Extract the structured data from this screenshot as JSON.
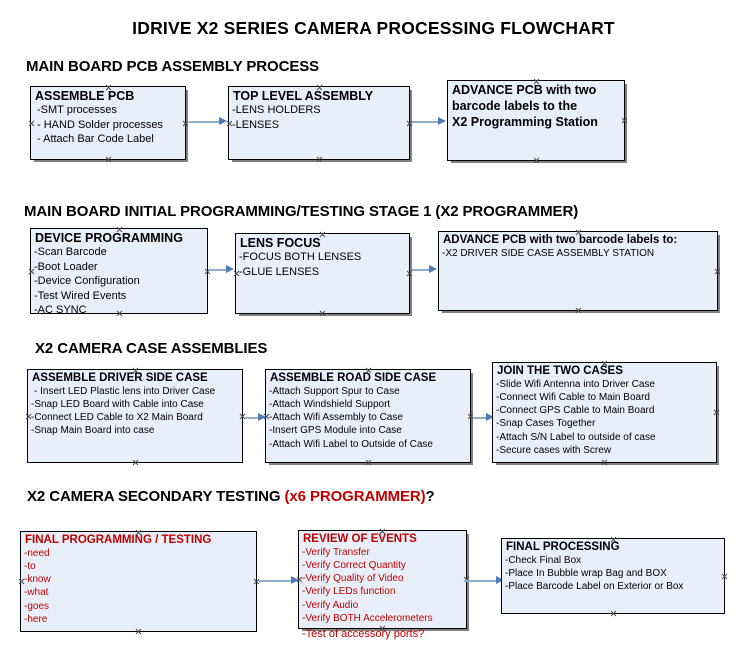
{
  "document": {
    "title": "IDRIVE X2  SERIES CAMERA PROCESSING FLOWCHART"
  },
  "colors": {
    "box_fill": "#E9EFF8",
    "box_border": "#000000",
    "box_shadow": "#808080",
    "arrow": "#4A7EBB",
    "accent_red": "#C00000",
    "text": "#000000",
    "background": "#FFFFFF"
  },
  "sections": [
    {
      "id": "main-board-pcb-assembly-process",
      "header": "MAIN BOARD PCB ASSEMBLY PROCESS",
      "header_suffix_red": "",
      "header_suffix_black": "",
      "nodes": [
        {
          "id": "assemble-pcb",
          "title": "ASSEMBLE PCB",
          "lines": [
            "-SMT processes",
            "- HAND Solder processes",
            "- Attach Bar Code Label"
          ]
        },
        {
          "id": "top-level-assembly",
          "title": "TOP LEVEL ASSEMBLY",
          "lines": [
            "-LENS HOLDERS",
            "-LENSES"
          ]
        },
        {
          "id": "advance-pcb-to-x2-programming-station",
          "title": "ADVANCE PCB with two",
          "title_lines": [
            "ADVANCE PCB with two",
            "barcode labels to the",
            " X2 Programming Station"
          ],
          "lines": []
        }
      ]
    },
    {
      "id": "main-board-initial-programming-testing-stage-1",
      "header": "MAIN BOARD INITIAL PROGRAMMING/TESTING STAGE 1 (X2 PROGRAMMER)",
      "header_suffix_red": "",
      "header_suffix_black": "",
      "nodes": [
        {
          "id": "device-programming",
          "title": "DEVICE PROGRAMMING",
          "lines": [
            "-Scan Barcode",
            "-Boot Loader",
            "-Device Configuration",
            "-Test Wired Events",
            "-AC SYNC"
          ]
        },
        {
          "id": "lens-focus",
          "title": "LENS FOCUS",
          "lines": [
            "-FOCUS BOTH LENSES",
            "-GLUE LENSES"
          ]
        },
        {
          "id": "advance-pcb-to-driver-side-case-assembly-station",
          "title": "ADVANCE PCB with two barcode labels to:",
          "lines": [
            "-X2 DRIVER  SIDE  CASE  ASSEMBLY STATION"
          ]
        }
      ]
    },
    {
      "id": "x2-camera-case-assemblies",
      "header": "X2 CAMERA CASE ASSEMBLIES",
      "header_suffix_red": "",
      "header_suffix_black": "",
      "nodes": [
        {
          "id": "assemble-driver-side-case",
          "title": "ASSEMBLE DRIVER SIDE CASE",
          "lines": [
            "- Insert LED Plastic lens into Driver Case",
            "-Snap LED Board with Cable into Case",
            "-Connect LED Cable to X2 Main Board",
            "-Snap Main Board into case"
          ]
        },
        {
          "id": "assemble-road-side-case",
          "title": "ASSEMBLE ROAD SIDE CASE",
          "lines": [
            "-Attach Support Spur to Case",
            "-Attach Windshield Support",
            "-Attach Wifi Assembly to Case",
            "-Insert GPS Module into Case",
            "-Attach Wifi Label to Outside of Case"
          ]
        },
        {
          "id": "join-the-two-cases",
          "title": "JOIN THE TWO CASES",
          "lines": [
            "-Slide Wifi Antenna into Driver Case",
            "-Connect Wifi Cable to Main Board",
            "-Connect GPS Cable to Main Board",
            "-Snap Cases Together",
            "-Attach S/N Label to outside of case",
            "-Secure cases with Screw"
          ]
        }
      ]
    },
    {
      "id": "x2-camera-secondary-testing",
      "header": "X2 CAMERA SECONDARY TESTING ",
      "header_suffix_red": "(x6 PROGRAMMER)",
      "header_suffix_black": "?",
      "nodes": [
        {
          "id": "final-programming-testing",
          "title": "FINAL PROGRAMMING / TESTING",
          "lines": [
            "-need",
            "-to",
            "-know",
            "-what",
            "-goes",
            "-here"
          ]
        },
        {
          "id": "review-of-events",
          "title": "REVIEW OF EVENTS",
          "lines": [
            "-Verify Transfer",
            "-Verify Correct Quantity",
            "-Verify Quality of Video",
            "-Verify LEDs function",
            "-Verify Audio",
            "-Verify BOTH Accelerometers"
          ],
          "overflow_line": "-Test of accessory ports?"
        },
        {
          "id": "final-processing",
          "title": "FINAL PROCESSING",
          "lines": [
            " -Check Final Box",
            "-Place In Bubble wrap Bag and BOX",
            "-Place Barcode Label on Exterior or Box"
          ]
        }
      ]
    }
  ]
}
